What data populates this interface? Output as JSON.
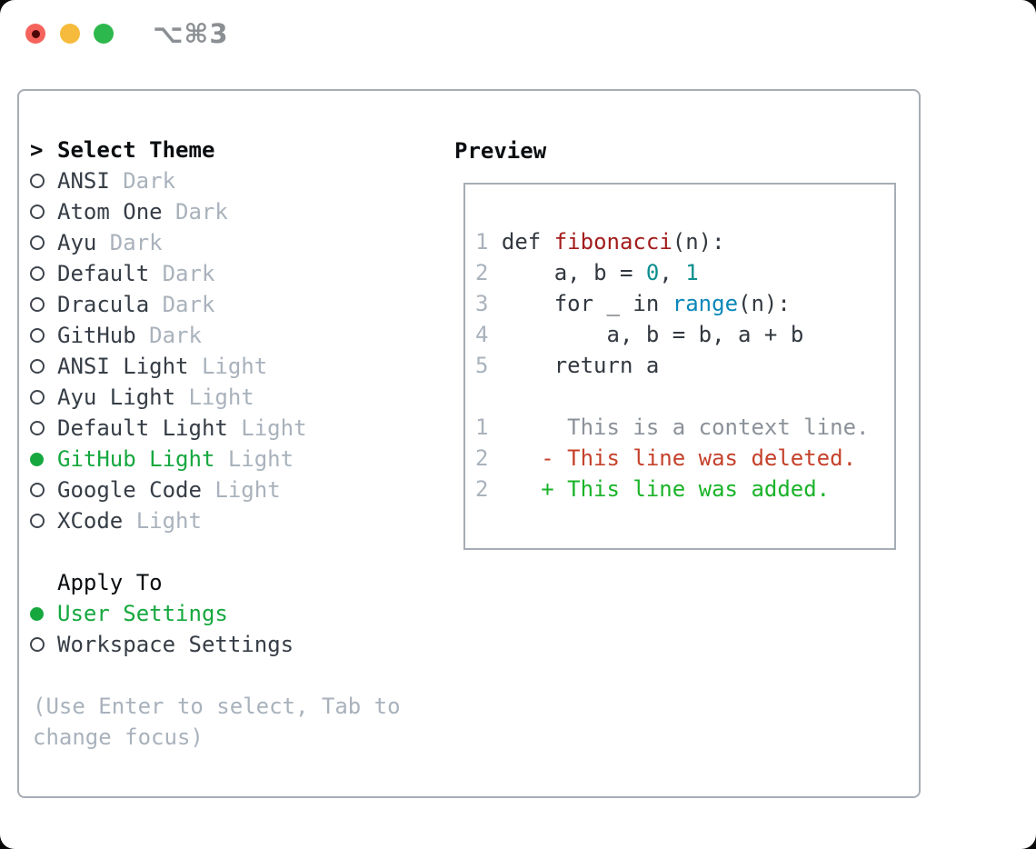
{
  "window": {
    "title": "⌥⌘3"
  },
  "colors": {
    "accent_green": "#16a83f",
    "added_green": "#1ab329",
    "deleted_red": "#c5412b",
    "muted_gray": "#a9b2bc",
    "border_gray": "#a6adb5",
    "traffic_red": "#f4635c",
    "traffic_yellow": "#f6bb3c",
    "traffic_green": "#2db84d"
  },
  "left": {
    "header_prefix": ">",
    "header_label": "Select Theme",
    "themes": [
      {
        "name": "ANSI",
        "tag": "Dark",
        "selected": false
      },
      {
        "name": "Atom One",
        "tag": "Dark",
        "selected": false
      },
      {
        "name": "Ayu",
        "tag": "Dark",
        "selected": false
      },
      {
        "name": "Default",
        "tag": "Dark",
        "selected": false
      },
      {
        "name": "Dracula",
        "tag": "Dark",
        "selected": false
      },
      {
        "name": "GitHub",
        "tag": "Dark",
        "selected": false
      },
      {
        "name": "ANSI Light",
        "tag": "Light",
        "selected": false
      },
      {
        "name": "Ayu Light",
        "tag": "Light",
        "selected": false
      },
      {
        "name": "Default Light",
        "tag": "Light",
        "selected": false
      },
      {
        "name": "GitHub Light",
        "tag": "Light",
        "selected": true
      },
      {
        "name": "Google Code",
        "tag": "Light",
        "selected": false
      },
      {
        "name": "XCode",
        "tag": "Light",
        "selected": false
      }
    ],
    "apply_to": {
      "label": "Apply To",
      "options": [
        {
          "name": "User Settings",
          "selected": true
        },
        {
          "name": "Workspace Settings",
          "selected": false
        }
      ]
    },
    "hint_lines": [
      "(Use Enter to select, Tab to",
      "change focus)"
    ]
  },
  "right": {
    "header": "Preview",
    "code_lines": [
      {
        "num": "1",
        "segments": [
          {
            "t": " ",
            "s": "plain"
          },
          {
            "t": "def",
            "s": "kw"
          },
          {
            "t": " ",
            "s": "plain"
          },
          {
            "t": "fibonacci",
            "s": "title"
          },
          {
            "t": "(n):",
            "s": "plain"
          }
        ]
      },
      {
        "num": "2",
        "segments": [
          {
            "t": "     ",
            "s": "plain"
          },
          {
            "t": "a",
            "s": "var"
          },
          {
            "t": ", ",
            "s": "plain"
          },
          {
            "t": "b",
            "s": "var"
          },
          {
            "t": " = ",
            "s": "plain"
          },
          {
            "t": "0",
            "s": "num"
          },
          {
            "t": ", ",
            "s": "plain"
          },
          {
            "t": "1",
            "s": "num"
          }
        ]
      },
      {
        "num": "3",
        "segments": [
          {
            "t": "     ",
            "s": "plain"
          },
          {
            "t": "for",
            "s": "kw"
          },
          {
            "t": " _ ",
            "s": "plain"
          },
          {
            "t": "in",
            "s": "kw"
          },
          {
            "t": " ",
            "s": "plain"
          },
          {
            "t": "range",
            "s": "builtin"
          },
          {
            "t": "(n):",
            "s": "plain"
          }
        ]
      },
      {
        "num": "4",
        "segments": [
          {
            "t": "         ",
            "s": "plain"
          },
          {
            "t": "a",
            "s": "var"
          },
          {
            "t": ", ",
            "s": "plain"
          },
          {
            "t": "b",
            "s": "var"
          },
          {
            "t": " = ",
            "s": "plain"
          },
          {
            "t": "b",
            "s": "var"
          },
          {
            "t": ", ",
            "s": "plain"
          },
          {
            "t": "a",
            "s": "var"
          },
          {
            "t": " + ",
            "s": "plain"
          },
          {
            "t": "b",
            "s": "var"
          }
        ]
      },
      {
        "num": "5",
        "segments": [
          {
            "t": "     ",
            "s": "plain"
          },
          {
            "t": "return",
            "s": "kw"
          },
          {
            "t": " ",
            "s": "plain"
          },
          {
            "t": "a",
            "s": "var"
          }
        ]
      }
    ],
    "diff_lines": [
      {
        "num": "1",
        "type": "context",
        "text": "      This is a context line."
      },
      {
        "num": "2",
        "type": "deleted",
        "text": "    - This line was deleted."
      },
      {
        "num": "2",
        "type": "added",
        "text": "    + This line was added."
      }
    ]
  }
}
